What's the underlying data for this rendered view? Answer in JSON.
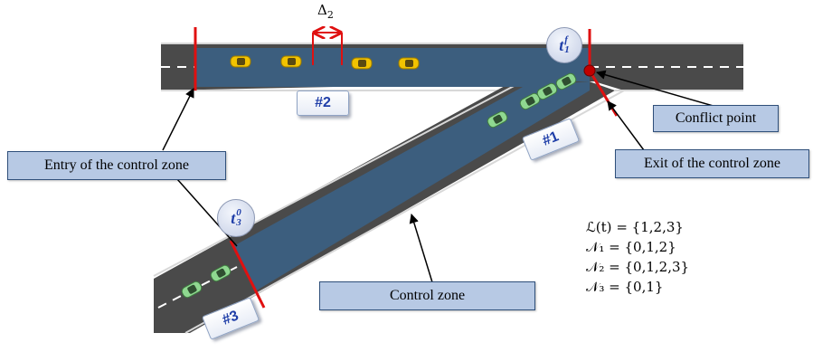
{
  "labels": {
    "entry": "Entry of the control zone",
    "control": "Control zone",
    "conflict": "Conflict point",
    "exit": "Exit of the control zone"
  },
  "tags": {
    "road1": "#1",
    "road2": "#2",
    "road3": "#3"
  },
  "bubbles": {
    "t1f_base": "t",
    "t1f_sup": "f",
    "t1f_sub": "1",
    "t30_base": "t",
    "t30_sup": "0",
    "t30_sub": "3"
  },
  "delta": {
    "symbol": "Δ",
    "sub": "2"
  },
  "sets": [
    {
      "name": "ℒ(t)",
      "value": "= {1,2,3}"
    },
    {
      "name": "𝒩₁",
      "value": "= {0,1,2}"
    },
    {
      "name": "𝒩₂",
      "value": "= {0,1,2,3}"
    },
    {
      "name": "𝒩₃",
      "value": "= {0,1}"
    }
  ],
  "colors": {
    "road_asphalt": "#4a4a4a",
    "control_zone": "#3c5e7e",
    "boundary_red": "#e01010",
    "car_yellow": "#f2c300",
    "car_green": "#8fd890",
    "tag_text": "#1f3ea8",
    "label_fill": "#b7c9e4"
  }
}
